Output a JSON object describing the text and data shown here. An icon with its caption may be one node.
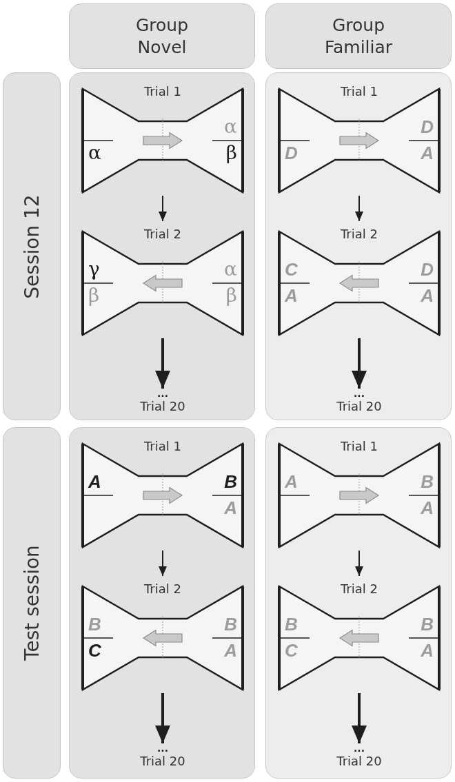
{
  "diagram": {
    "nodes": [
      {
        "text": [
          "Group Novel"
        ]
      },
      {
        "text": [
          "Group Familiar"
        ]
      },
      {
        "text": [
          "Session 12"
        ]
      },
      {
        "text": [],
        "shape": "box"
      },
      {
        "text": [
          "Trial 1",
          "α",
          "α",
          "β"
        ],
        "in": 3
      },
      {
        "text": [
          "Trial 2",
          "γ",
          "β",
          "α",
          "β"
        ],
        "in": 3
      },
      {
        "text": [
          "...",
          "Trial 20"
        ],
        "in": 3
      },
      {
        "text": [],
        "shape": "box"
      },
      {
        "text": [
          "Trial 1",
          "D",
          "D",
          "A"
        ],
        "in": 7
      },
      {
        "text": [
          "Trial 2",
          "C",
          "A",
          "D",
          "A"
        ],
        "in": 7
      },
      {
        "text": [
          "...",
          "Trial 20"
        ],
        "in": 7
      },
      {
        "text": [
          "Test session"
        ]
      },
      {
        "text": [],
        "shape": "box"
      },
      {
        "text": [
          "Trial 1",
          "A",
          "B",
          "A"
        ],
        "in": 12
      },
      {
        "text": [
          "Trial 2",
          "B",
          "C",
          "B",
          "A"
        ],
        "in": 12
      },
      {
        "text": [
          "...",
          "Trial 20"
        ],
        "in": 12
      },
      {
        "text": [],
        "shape": "box"
      },
      {
        "text": [
          "Trial 1",
          "A",
          "B",
          "A"
        ],
        "in": 16
      },
      {
        "text": [
          "Trial 2",
          "B",
          "C",
          "B",
          "A"
        ],
        "in": 16
      },
      {
        "text": [
          "...",
          "Trial 20"
        ],
        "in": 16
      }
    ],
    "edges": [
      {
        "from": 4,
        "to": 5,
        "arrow": "to"
      },
      {
        "from": 5,
        "to": 6,
        "arrow": "to",
        "style": "thick"
      },
      {
        "from": 8,
        "to": 9,
        "arrow": "to"
      },
      {
        "from": 9,
        "to": 10,
        "arrow": "to",
        "style": "thick"
      },
      {
        "from": 13,
        "to": 14,
        "arrow": "to"
      },
      {
        "from": 14,
        "to": 15,
        "arrow": "to",
        "style": "thick"
      },
      {
        "from": 17,
        "to": 18,
        "arrow": "to"
      },
      {
        "from": 18,
        "to": 19,
        "arrow": "to",
        "style": "thick"
      }
    ]
  }
}
